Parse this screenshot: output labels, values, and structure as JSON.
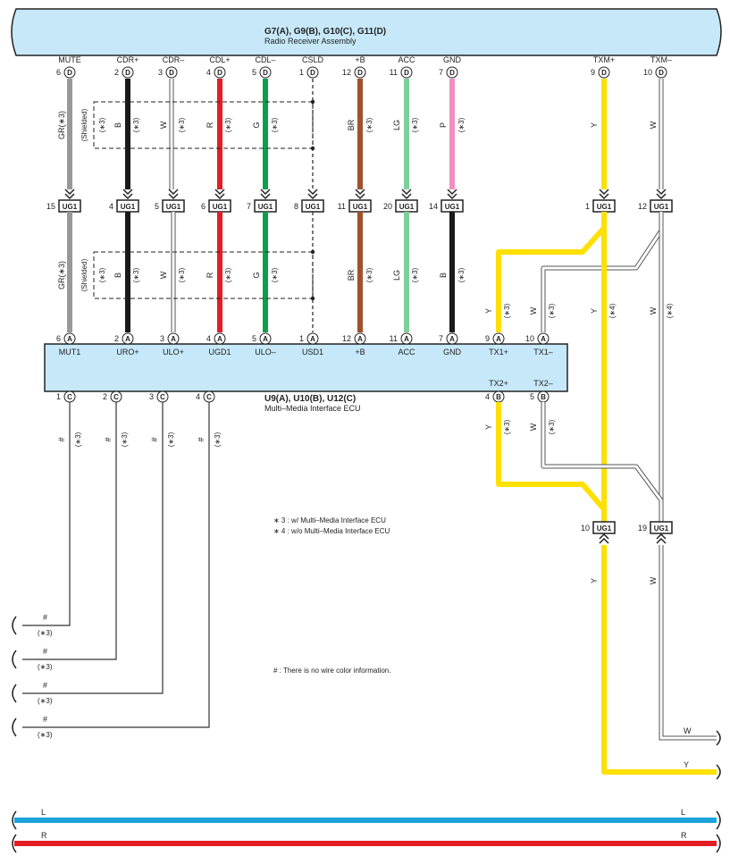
{
  "top_component": {
    "name": "G7(A), G9(B), G10(C), G11(D)",
    "subtitle": "Radio Receiver Assembly"
  },
  "mid_component": {
    "name": "U9(A), U10(B), U12(C)",
    "subtitle": "Multi–Media Interface ECU"
  },
  "top_pins": [
    {
      "label": "MUTE",
      "num": "6",
      "conn": "D"
    },
    {
      "label": "CDR+",
      "num": "2",
      "conn": "D"
    },
    {
      "label": "CDR–",
      "num": "3",
      "conn": "D"
    },
    {
      "label": "CDL+",
      "num": "4",
      "conn": "D"
    },
    {
      "label": "CDL–",
      "num": "5",
      "conn": "D"
    },
    {
      "label": "CSLD",
      "num": "1",
      "conn": "D"
    },
    {
      "label": "+B",
      "num": "12",
      "conn": "D"
    },
    {
      "label": "ACC",
      "num": "11",
      "conn": "D"
    },
    {
      "label": "GND",
      "num": "7",
      "conn": "D"
    },
    {
      "label": "TXM+",
      "num": "9",
      "conn": "D"
    },
    {
      "label": "TXM–",
      "num": "10",
      "conn": "D"
    }
  ],
  "wires_upper": [
    {
      "color_code": "GR(∗3)",
      "note": ""
    },
    {
      "color_code": "B",
      "note": "(∗3)"
    },
    {
      "color_code": "W",
      "note": "(∗3)"
    },
    {
      "color_code": "R",
      "note": "(∗3)"
    },
    {
      "color_code": "G",
      "note": "(∗3)"
    },
    {
      "color_code": "",
      "note": ""
    },
    {
      "color_code": "BR",
      "note": "(∗3)"
    },
    {
      "color_code": "LG",
      "note": "(∗3)"
    },
    {
      "color_code": "P",
      "note": "(∗3)"
    },
    {
      "color_code": "Y",
      "note": ""
    },
    {
      "color_code": "W",
      "note": ""
    }
  ],
  "shielded_label": "(Shielded)",
  "shielded_note": "(∗3)",
  "ug1_junctions": [
    {
      "num": "15",
      "label": "UG1"
    },
    {
      "num": "4",
      "label": "UG1"
    },
    {
      "num": "5",
      "label": "UG1"
    },
    {
      "num": "6",
      "label": "UG1"
    },
    {
      "num": "7",
      "label": "UG1"
    },
    {
      "num": "8",
      "label": "UG1"
    },
    {
      "num": "11",
      "label": "UG1"
    },
    {
      "num": "20",
      "label": "UG1"
    },
    {
      "num": "14",
      "label": "UG1"
    },
    {
      "num": "1",
      "label": "UG1"
    },
    {
      "num": "12",
      "label": "UG1"
    }
  ],
  "wires_lower": [
    {
      "color_code": "GR(∗3)",
      "note": ""
    },
    {
      "color_code": "B",
      "note": "(∗3)"
    },
    {
      "color_code": "W",
      "note": "(∗3)"
    },
    {
      "color_code": "R",
      "note": "(∗3)"
    },
    {
      "color_code": "G",
      "note": "(∗3)"
    },
    {
      "color_code": "",
      "note": ""
    },
    {
      "color_code": "BR",
      "note": "(∗3)"
    },
    {
      "color_code": "LG",
      "note": "(∗3)"
    },
    {
      "color_code": "B",
      "note": "(∗3)"
    },
    {
      "color_code": "Y",
      "note": "(∗3)"
    },
    {
      "color_code": "W",
      "note": "(∗3)"
    },
    {
      "color_code": "Y",
      "note": "(∗4)"
    },
    {
      "color_code": "W",
      "note": "(∗4)"
    }
  ],
  "mid_pins_top": [
    {
      "label": "MUT1",
      "num": "6",
      "conn": "A"
    },
    {
      "label": "URO+",
      "num": "2",
      "conn": "A"
    },
    {
      "label": "ULO+",
      "num": "3",
      "conn": "A"
    },
    {
      "label": "UGD1",
      "num": "4",
      "conn": "A"
    },
    {
      "label": "ULO–",
      "num": "5",
      "conn": "A"
    },
    {
      "label": "USD1",
      "num": "1",
      "conn": "A"
    },
    {
      "label": "+B",
      "num": "12",
      "conn": "A"
    },
    {
      "label": "ACC",
      "num": "11",
      "conn": "A"
    },
    {
      "label": "GND",
      "num": "7",
      "conn": "A"
    },
    {
      "label": "TX1+",
      "num": "9",
      "conn": "A"
    },
    {
      "label": "TX1–",
      "num": "10",
      "conn": "A"
    }
  ],
  "mid_pins_bottom": [
    {
      "label": "",
      "num": "1",
      "conn": "C"
    },
    {
      "label": "",
      "num": "2",
      "conn": "C"
    },
    {
      "label": "",
      "num": "3",
      "conn": "C"
    },
    {
      "label": "",
      "num": "4",
      "conn": "C"
    },
    {
      "label": "TX2+",
      "num": "4",
      "conn": "B"
    },
    {
      "label": "TX2–",
      "num": "5",
      "conn": "B"
    }
  ],
  "c_wire_code": "#",
  "c_wire_note": "(∗3)",
  "tx2_wires": [
    {
      "color_code": "Y",
      "note": "(∗3)"
    },
    {
      "color_code": "W",
      "note": "(∗3)"
    }
  ],
  "footnotes": {
    "n3": "∗ 3 : w/ Multi–Media Interface ECU",
    "n4": "∗ 4 : w/o Multi–Media Interface ECU",
    "hash": "# : There is no wire color information."
  },
  "lower_ug1": [
    {
      "num": "10",
      "label": "UG1"
    },
    {
      "num": "19",
      "label": "UG1"
    }
  ],
  "lower_ug1_wires": [
    {
      "color_code": "Y"
    },
    {
      "color_code": "W"
    }
  ],
  "left_outputs": [
    {
      "code": "#",
      "note": "(∗3)"
    },
    {
      "code": "#",
      "note": "(∗3)"
    },
    {
      "code": "#",
      "note": "(∗3)"
    },
    {
      "code": "#",
      "note": "(∗3)"
    }
  ],
  "right_outputs": [
    {
      "label": "W"
    },
    {
      "label": "Y"
    }
  ],
  "bus_lines": [
    {
      "label_left": "L",
      "label_right": "L",
      "color": "#1aa3dc"
    },
    {
      "label_left": "R",
      "label_right": "R",
      "color": "#e31e24"
    }
  ],
  "colors": {
    "component_fill": "#c6e8f8",
    "gray": "#999999",
    "black": "#1a1a1a",
    "red": "#e31e24",
    "green": "#0aa04a",
    "brown": "#a0522d",
    "light_green": "#7fcf9a",
    "pink": "#f08fc0",
    "yellow": "#ffe000"
  }
}
